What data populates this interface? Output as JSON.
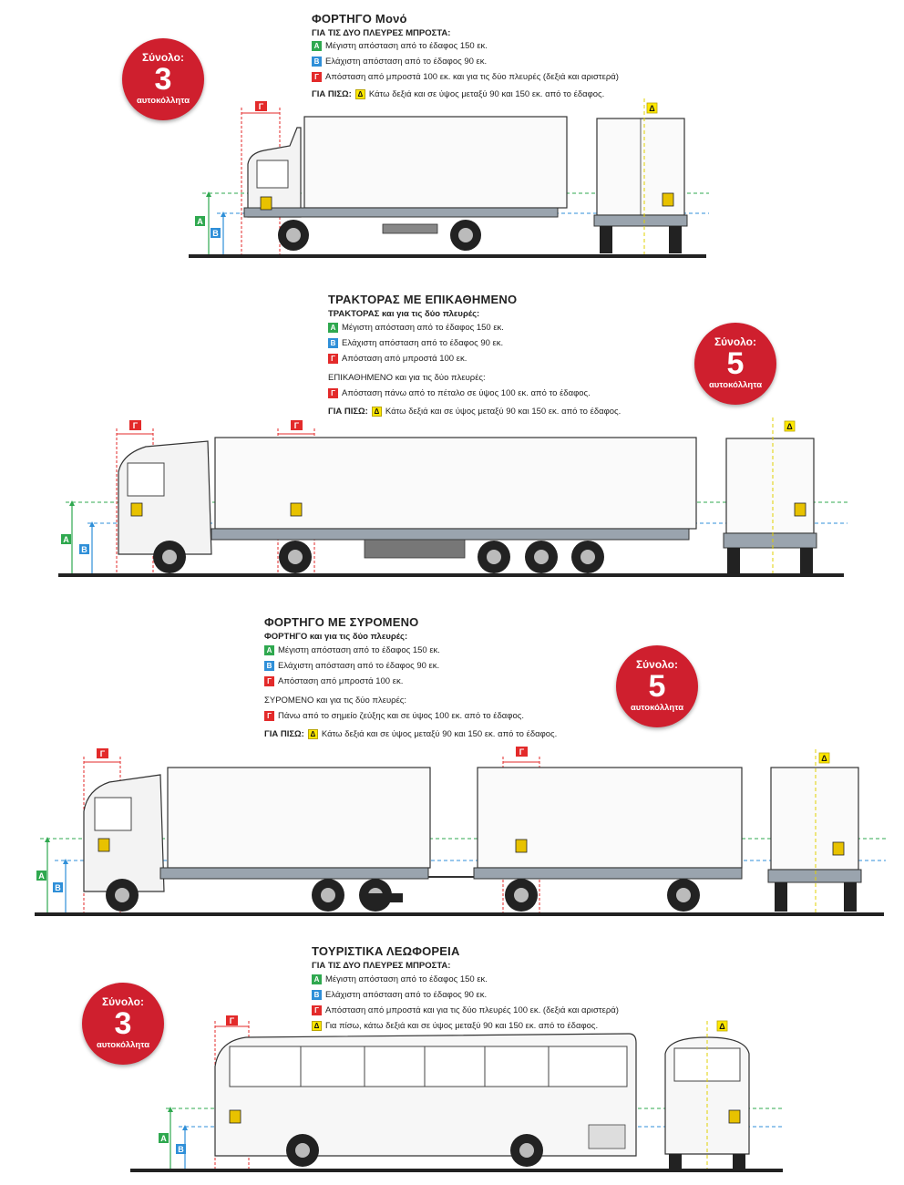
{
  "sections": [
    {
      "title": "ΦΟΡΤΗΓΟ Μονό",
      "subtitle": "ΓΙΑ ΤΙΣ ΔΥΟ ΠΛΕΥΡΕΣ ΜΠΡΟΣΤΑ:",
      "lines": [
        {
          "badge": "Α",
          "text": "Μέγιστη απόσταση από το έδαφος 150 εκ."
        },
        {
          "badge": "Β",
          "text": "Ελάχιστη απόσταση από το έδαφος 90 εκ."
        },
        {
          "badge": "Γ",
          "text": "Απόσταση από μπροστά 100 εκ. και για τις δύο πλευρές (δεξιά και αριστερά)"
        }
      ],
      "rear_label": "ΓΙΑ ΠΙΣΩ:",
      "rear_badge": "Δ",
      "rear_text": "Κάτω δεξιά και σε ύψος μεταξύ 90 και 150 εκ. από το έδαφος.",
      "total_label": "Σύνολο:",
      "total_number": "3",
      "total_unit": "αυτοκόλλητα"
    },
    {
      "title": "ΤΡΑΚΤΟΡΑΣ ΜΕ ΕΠΙΚΑΘΗΜΕΝΟ",
      "subtitle": "ΤΡΑΚΤΟΡΑΣ και για τις δύο πλευρές:",
      "lines": [
        {
          "badge": "Α",
          "text": "Μέγιστη απόσταση από το έδαφος 150 εκ."
        },
        {
          "badge": "Β",
          "text": "Ελάχιστη απόσταση από το έδαφος 90 εκ."
        },
        {
          "badge": "Γ",
          "text": "Απόσταση από μπροστά 100 εκ."
        }
      ],
      "subtitle2": "ΕΠΙΚΑΘΗΜΕΝΟ και για τις δύο πλευρές:",
      "lines2": [
        {
          "badge": "Γ",
          "text": "Απόσταση πάνω από το πέταλο σε ύψος 100 εκ. από το έδαφος."
        }
      ],
      "rear_label": "ΓΙΑ ΠΙΣΩ:",
      "rear_badge": "Δ",
      "rear_text": "Κάτω δεξιά και σε ύψος μεταξύ 90 και 150 εκ. από το έδαφος.",
      "total_label": "Σύνολο:",
      "total_number": "5",
      "total_unit": "αυτοκόλλητα"
    },
    {
      "title": "ΦΟΡΤΗΓΟ ΜΕ ΣΥΡΟΜΕΝΟ",
      "subtitle": "ΦΟΡΤΗΓΟ και για τις δύο πλευρές:",
      "lines": [
        {
          "badge": "Α",
          "text": "Μέγιστη απόσταση από το έδαφος 150 εκ."
        },
        {
          "badge": "Β",
          "text": "Ελάχιστη απόσταση από το έδαφος 90 εκ."
        },
        {
          "badge": "Γ",
          "text": "Απόσταση από μπροστά 100 εκ."
        }
      ],
      "subtitle2": "ΣΥΡΟΜΕΝΟ και για τις δύο πλευρές:",
      "lines2": [
        {
          "badge": "Γ",
          "text": "Πάνω από το σημείο ζεύξης και σε ύψος 100 εκ. από το έδαφος."
        }
      ],
      "rear_label": "ΓΙΑ ΠΙΣΩ:",
      "rear_badge": "Δ",
      "rear_text": "Κάτω δεξιά και σε ύψος μεταξύ 90 και 150 εκ. από το έδαφος.",
      "total_label": "Σύνολο:",
      "total_number": "5",
      "total_unit": "αυτοκόλλητα"
    },
    {
      "title": "ΤΟΥΡΙΣΤΙΚΑ ΛΕΩΦΟΡΕΙΑ",
      "subtitle": "ΓΙΑ ΤΙΣ ΔΥΟ ΠΛΕΥΡΕΣ ΜΠΡΟΣΤΑ:",
      "lines": [
        {
          "badge": "Α",
          "text": "Μέγιστη απόσταση από το έδαφος 150 εκ."
        },
        {
          "badge": "Β",
          "text": "Ελάχιστη απόσταση από το έδαφος 90 εκ."
        },
        {
          "badge": "Γ",
          "text": "Απόσταση από μπροστά και για τις  δύο πλευρές 100 εκ. (δεξιά και αριστερά)"
        },
        {
          "badge": "Δ",
          "text": "Για πίσω, κάτω δεξιά και σε ύψος μεταξύ 90 και 150 εκ. από το έδαφος."
        }
      ],
      "total_label": "Σύνολο:",
      "total_number": "3",
      "total_unit": "αυτοκόλλητα"
    }
  ],
  "diagram_labels": {
    "a": "Α",
    "b": "Β",
    "g": "Γ",
    "d": "Δ"
  },
  "colors": {
    "green": "#2fa84f",
    "blue": "#2f8fd8",
    "red": "#e32a2a",
    "yellow": "#ffe800",
    "badge_circle": "#cf1f2e"
  }
}
